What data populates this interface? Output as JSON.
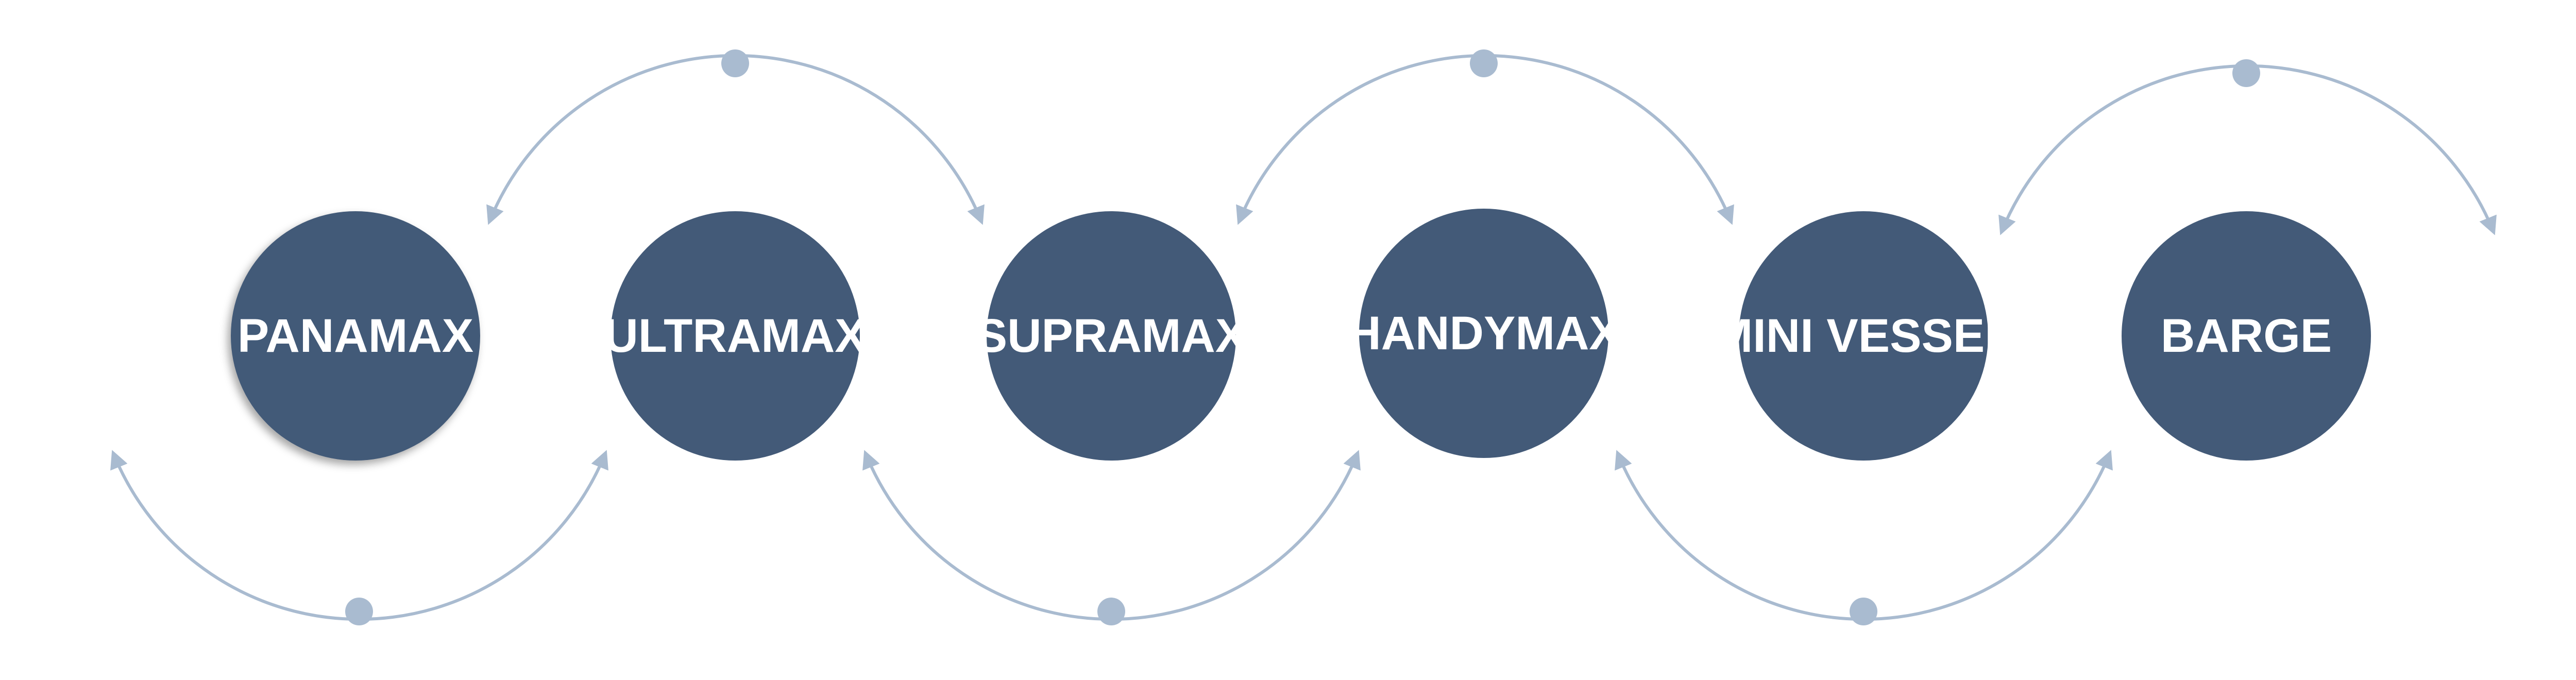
{
  "diagram": {
    "nodes": [
      {
        "id": "panamax",
        "label": "PANAMAX"
      },
      {
        "id": "ultramax",
        "label": "ULTRAMAX"
      },
      {
        "id": "supramax",
        "label": "SUPRAMAX"
      },
      {
        "id": "handymax",
        "label": "HANDYMAX"
      },
      {
        "id": "mini-vessel",
        "label": "MINI VESSEL"
      },
      {
        "id": "barge",
        "label": "BARGE"
      }
    ]
  },
  "colors": {
    "node_fill": "#435a78",
    "connector": "#a9bbd0",
    "dot": "#a9bbd0",
    "text": "#ffffff",
    "background": "#ffffff"
  }
}
